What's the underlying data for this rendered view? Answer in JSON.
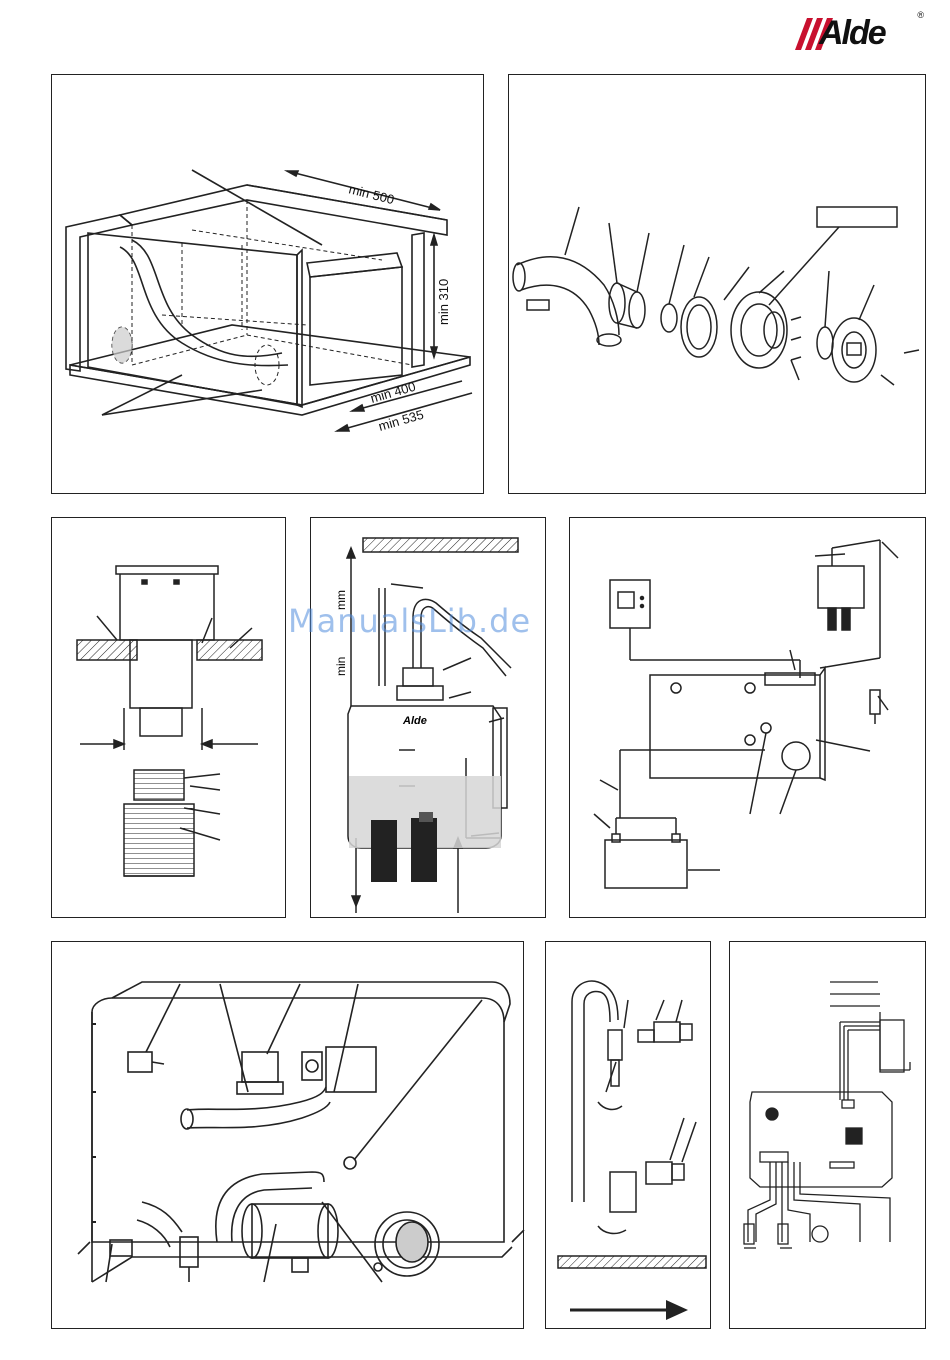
{
  "brand": {
    "name": "Alde",
    "registered": "®",
    "accent": "#c8102e"
  },
  "watermark": "ManualsLib.de",
  "fig_install_box": {
    "dims": [
      "min 500",
      "min 310",
      "min 400",
      "min 535"
    ]
  },
  "fig_flue_exploded": {
    "label_box": ""
  },
  "fig_tank": {
    "dim_vertical": "min",
    "dim_unit": "mm",
    "tank_brand": "Alde"
  },
  "icons": [
    "alde-logo-icon",
    "arrow-right-icon",
    "arrow-down-icon",
    "arrow-up-icon"
  ]
}
